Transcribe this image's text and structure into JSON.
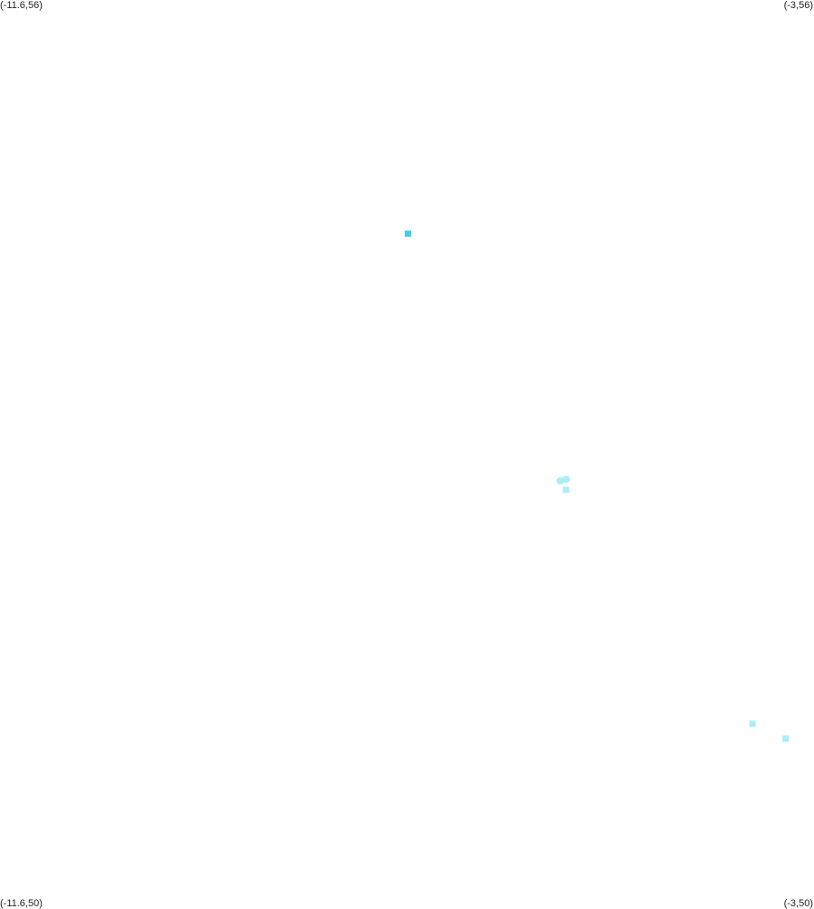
{
  "map": {
    "corners": {
      "top_left": "(-11.6,56)",
      "top_right": "(-3,56)",
      "bottom_left": "(-11.6,50)",
      "bottom_right": "(-3,50)"
    },
    "extent": {
      "lon_min": -11.6,
      "lon_max": -3,
      "lat_min": 50,
      "lat_max": 56
    },
    "features": [
      {
        "lon": -7.29,
        "lat": 54.45,
        "color": "#44ccee",
        "shape": "square"
      },
      {
        "lon": -5.68,
        "lat": 52.81,
        "color": "#aaeef8",
        "shape": "blob"
      },
      {
        "lon": -5.62,
        "lat": 52.82,
        "color": "#aaeef8",
        "shape": "blob"
      },
      {
        "lon": -5.62,
        "lat": 52.75,
        "color": "#aaeef8",
        "shape": "square"
      },
      {
        "lon": -3.65,
        "lat": 51.2,
        "color": "#aaeef8",
        "shape": "square"
      },
      {
        "lon": -3.3,
        "lat": 51.1,
        "color": "#aaeef8",
        "shape": "square"
      }
    ]
  }
}
